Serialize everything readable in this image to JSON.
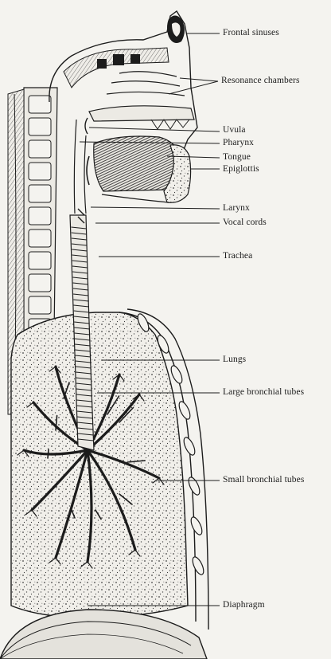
{
  "labels": {
    "frontal_sinuses": "Frontal sinuses",
    "resonance_chambers": "Resonance chambers",
    "uvula": "Uvula",
    "pharynx": "Pharynx",
    "tongue": "Tongue",
    "epiglottis": "Epiglottis",
    "larynx": "Larynx",
    "vocal_cords": "Vocal cords",
    "trachea": "Trachea",
    "lungs": "Lungs",
    "large_bronchial_tubes": "Large bronchial tubes",
    "small_bronchial_tubes": "Small bronchial tubes",
    "diaphragm": "Diaphragm"
  },
  "colors": {
    "ink": "#1c1c1c",
    "paper": "#f4f3ef",
    "tissue": "#e2e0da"
  }
}
